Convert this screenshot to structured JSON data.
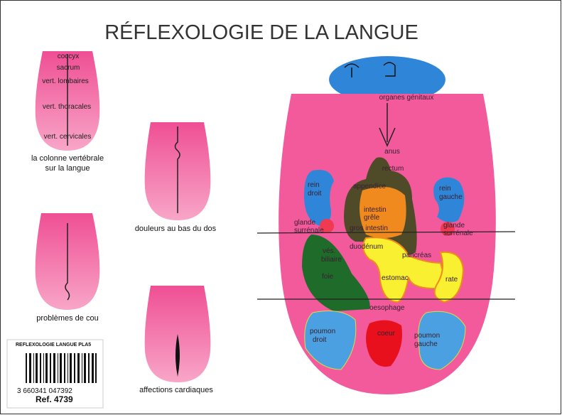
{
  "title": "RÉFLEXOLOGIE DE LA LANGUE",
  "colors": {
    "tongue": "#f0559a",
    "tongue_light": "#f7a0c4",
    "blue": "#2f86d8",
    "green": "#1f6b2a",
    "brown": "#4f4a28",
    "orange": "#f08a1e",
    "yellow": "#f8f030",
    "red": "#e8101c"
  },
  "spine_tongue": {
    "labels": [
      "coccyx",
      "sacrum",
      "vert. lombaires",
      "vert. thoracales",
      "vert. cervicales"
    ],
    "caption_line1": "la colonne vertébrale",
    "caption_line2": "sur la langue"
  },
  "captions": {
    "lower_back": "douleurs au bas du dos",
    "neck": "problèmes de cou",
    "heart": "affections cardiaques"
  },
  "main_tongue": {
    "genitals": "organes génitaux",
    "organs": {
      "anus": "anus",
      "rectum": "rectum",
      "appendice": "appendice",
      "rein_droit_1": "rein",
      "rein_droit_2": "droit",
      "rein_gauche_1": "rein",
      "rein_gauche_2": "gauche",
      "intestin_1": "intestin",
      "intestin_2": "grêle",
      "gros_intestin": "gros intestin",
      "glande_d_1": "glande",
      "glande_d_2": "surrénale",
      "glande_g_1": "glande",
      "glande_g_2": "surrénale",
      "duodenum": "duodénum",
      "pancreas": "pancréas",
      "ves_1": "vés.",
      "ves_2": "biliaire",
      "foie": "foie",
      "estomac": "estomac",
      "rate": "rate",
      "oesophage": "oesophage",
      "poumon_d_1": "poumon",
      "poumon_d_2": "droit",
      "coeur": "coeur",
      "poumon_g_1": "poumon",
      "poumon_g_2": "gauche"
    }
  },
  "label_sticker": {
    "product": "REFLEXOLOGIE LANGUE PLA5",
    "barcode": "3 660341 047392",
    "ref": "Ref. 4739"
  }
}
